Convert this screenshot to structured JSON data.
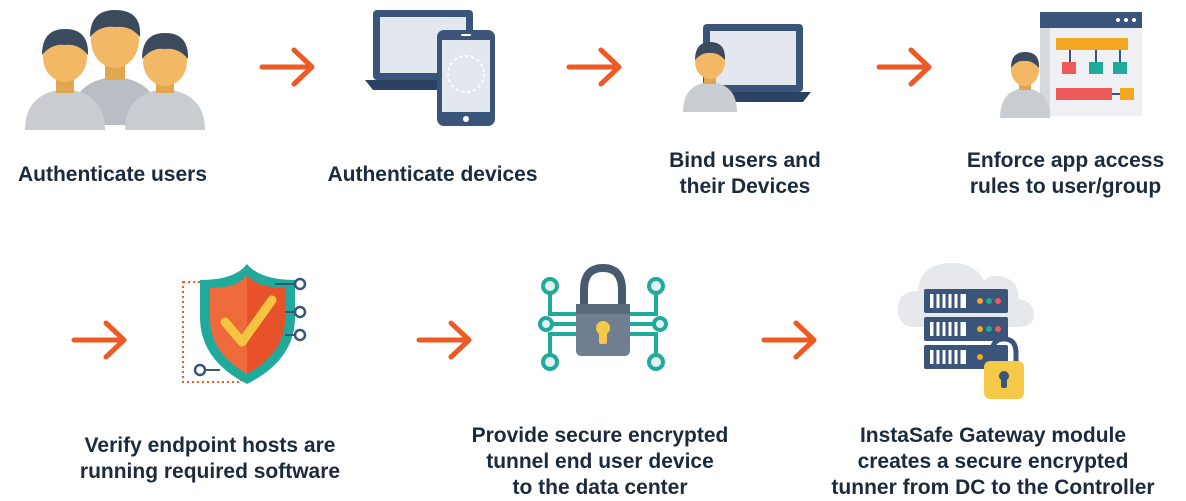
{
  "steps": [
    {
      "label": "Authenticate users",
      "icon": "users-group-icon"
    },
    {
      "label": "Authenticate devices",
      "icon": "laptop-phone-icon"
    },
    {
      "line1": "Bind users and",
      "line2": "their Devices",
      "icon": "user-laptop-icon"
    },
    {
      "line1": "Enforce app access",
      "line2": "rules to user/group",
      "icon": "access-rules-icon"
    },
    {
      "line1": "Verify endpoint hosts are",
      "line2": "running required software",
      "icon": "shield-check-icon"
    },
    {
      "line1": "Provide secure encrypted",
      "line2": "tunnel end user device",
      "line3": "to the data center",
      "icon": "padlock-circuit-icon"
    },
    {
      "line1": "InstaSafe Gateway module",
      "line2": "creates a secure encrypted",
      "line3": "tunner from DC to the Controller",
      "icon": "cloud-server-lock-icon"
    }
  ],
  "colors": {
    "arrow": "#ee5a24",
    "text": "#1b2a3c",
    "skin": "#f2b866",
    "hair": "#3b4a5c",
    "shirt": "#c9cdd2",
    "device": "#3b5479",
    "screen": "#e3e8ef",
    "teal": "#1faa9c",
    "red": "#ee5a5a",
    "orange": "#f5a623",
    "server": "#3b5479",
    "lock": "#f7c948"
  }
}
